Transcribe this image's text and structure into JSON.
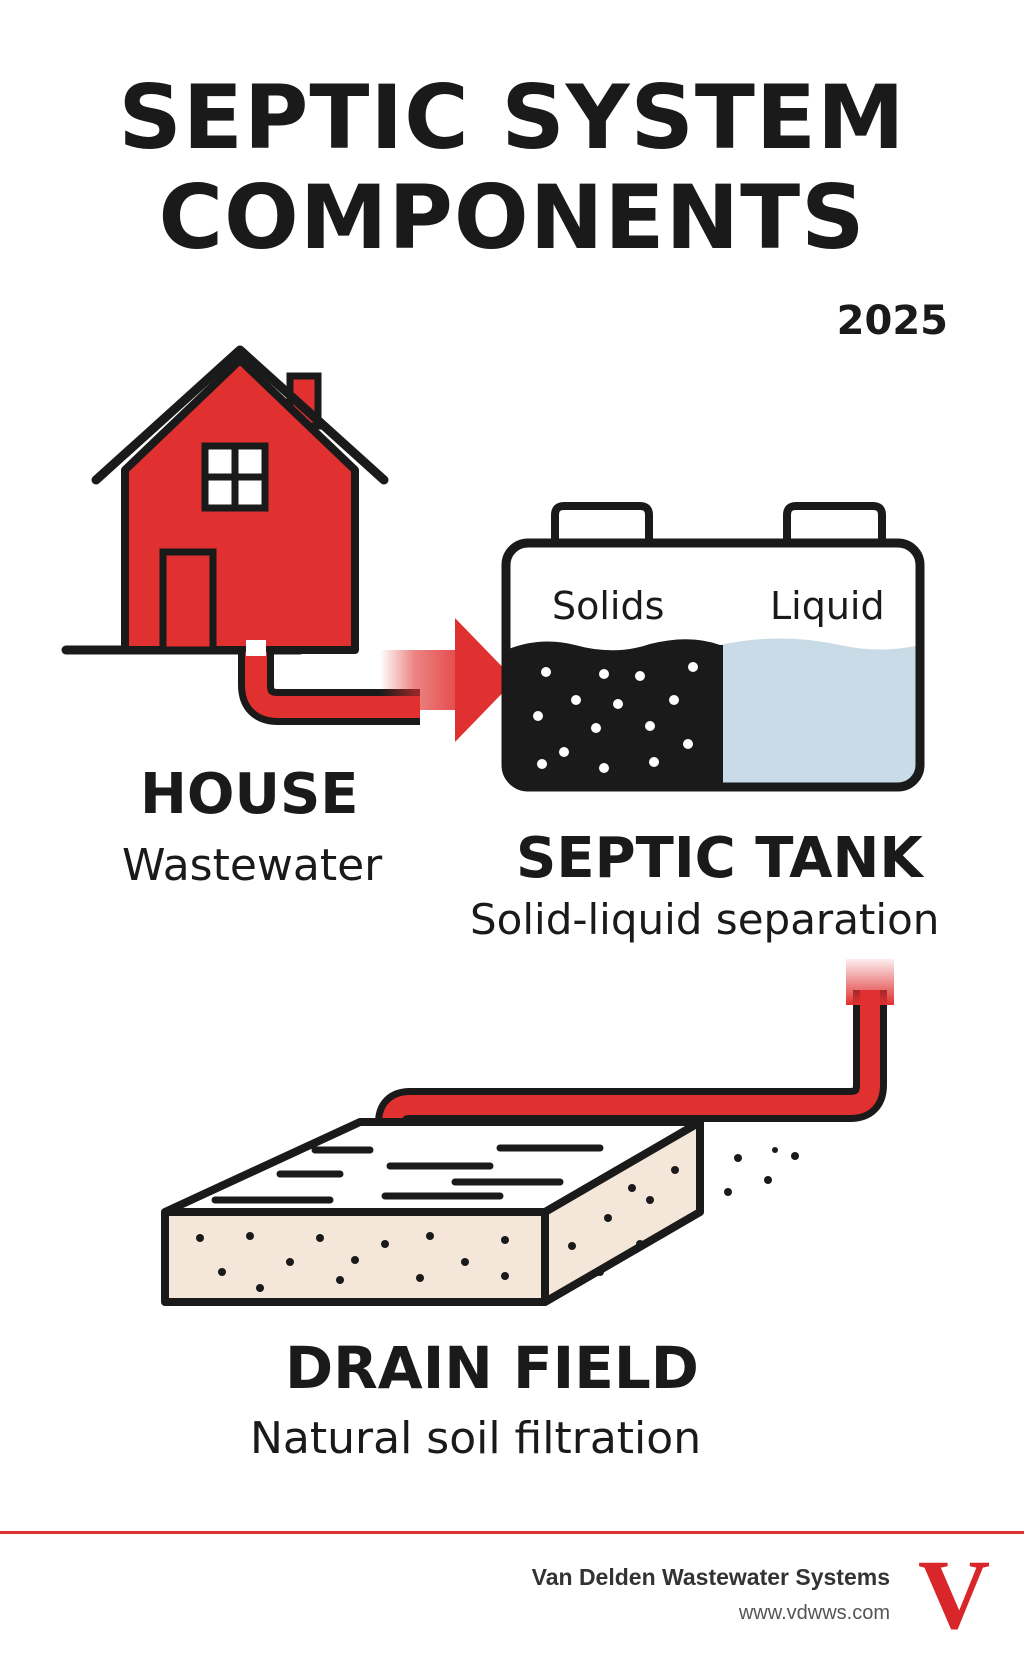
{
  "title": {
    "line1": "SEPTIC SYSTEM",
    "line2": "COMPONENTS"
  },
  "year": "2025",
  "house": {
    "title": "HOUSE",
    "subtitle": "Wastewater"
  },
  "septic_tank": {
    "title": "SEPTIC TANK",
    "subtitle": "Solid-liquid separation",
    "solids_label": "Solids",
    "liquid_label": "Liquid"
  },
  "drain_field": {
    "title": "DRAIN FIELD",
    "subtitle": "Natural soil filtration"
  },
  "footer": {
    "company": "Van Delden Wastewater Systems",
    "website": "www.vdwws.com",
    "logo_letter": "V"
  },
  "colors": {
    "accent_red": "#e03030",
    "outline": "#1a1a1a",
    "liquid_blue": "#c8dbe6",
    "soil_beige": "#f4e6d8"
  },
  "icons": [
    "house-icon",
    "septic-tank-icon",
    "drain-field-icon",
    "flow-arrow-icon",
    "pipe-icon"
  ]
}
